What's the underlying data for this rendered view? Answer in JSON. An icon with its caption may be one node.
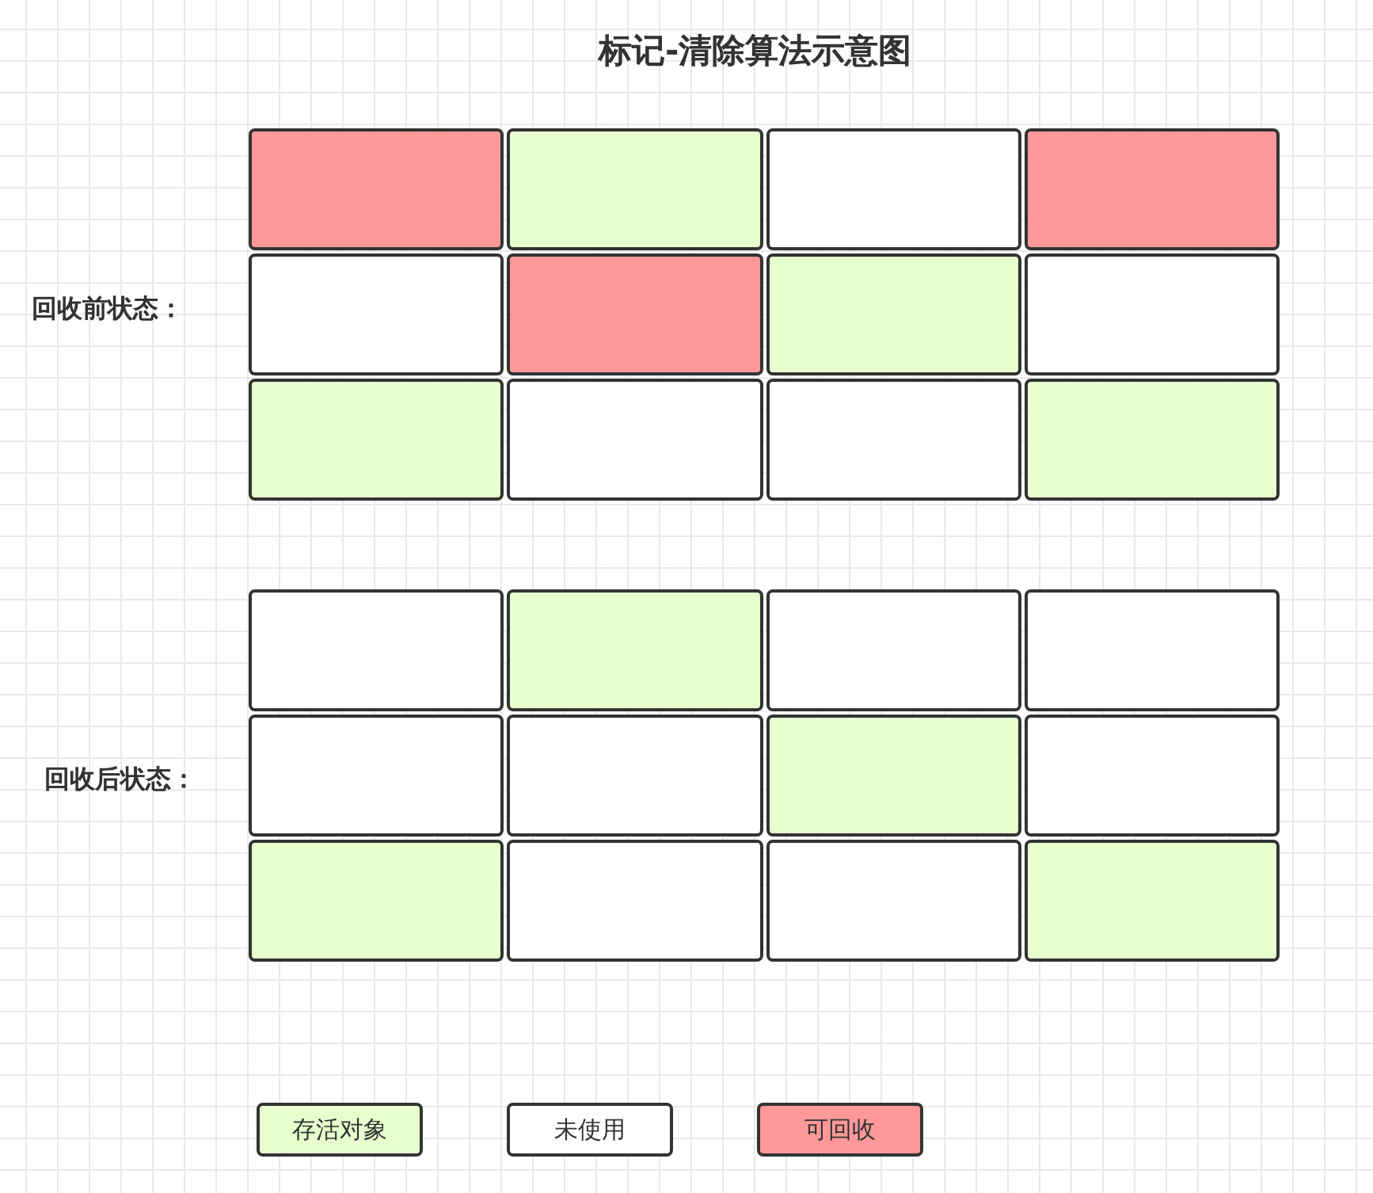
{
  "diagram": {
    "title": "标记-清除算法示意图",
    "nodes": [
      {
        "text": [],
        "shape": "box"
      },
      {
        "text": [],
        "shape": "box"
      },
      {
        "text": [],
        "shape": "box"
      },
      {
        "text": [],
        "shape": "box"
      },
      {
        "text": [],
        "shape": "box"
      },
      {
        "text": [],
        "shape": "box"
      },
      {
        "text": [],
        "shape": "box"
      },
      {
        "text": [],
        "shape": "box"
      },
      {
        "text": [],
        "shape": "box"
      },
      {
        "text": [],
        "shape": "box"
      },
      {
        "text": [],
        "shape": "box"
      },
      {
        "text": [],
        "shape": "box"
      },
      {
        "text": [],
        "shape": "box"
      },
      {
        "text": [],
        "shape": "box"
      },
      {
        "text": [],
        "shape": "box"
      },
      {
        "text": [],
        "shape": "box"
      },
      {
        "text": [],
        "shape": "box"
      },
      {
        "text": [],
        "shape": "box"
      },
      {
        "text": [],
        "shape": "box"
      },
      {
        "text": [],
        "shape": "box"
      },
      {
        "text": [],
        "shape": "box"
      },
      {
        "text": [],
        "shape": "box"
      },
      {
        "text": [],
        "shape": "box"
      },
      {
        "text": [],
        "shape": "box"
      }
    ],
    "labels": [
      "回收前状态：",
      "回收后状态："
    ],
    "legend": [
      {
        "text": "存活对象",
        "color": "#e6ffcc"
      },
      {
        "text": "未使用",
        "color": "#ffffff"
      },
      {
        "text": "可回收",
        "color": "#ff9999"
      }
    ]
  }
}
